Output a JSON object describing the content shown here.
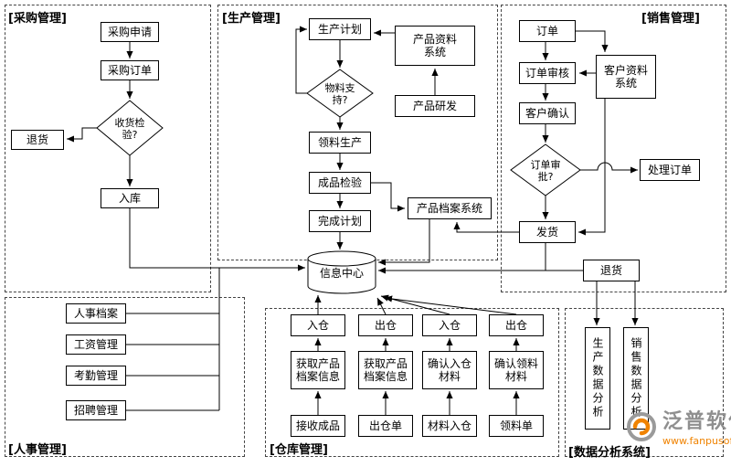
{
  "colors": {
    "accent_orange": "#f08300",
    "logo_gray": "#8f8f8f"
  },
  "sections": {
    "purchase": {
      "title": "[采购管理]",
      "request": "采购申请",
      "order": "采购订单",
      "inspect": "收货检验?",
      "reject": "退货",
      "stock_in": "入库"
    },
    "production": {
      "title": "[生产管理]",
      "plan": "生产计划",
      "data_system": "产品资料系统",
      "material": "物料支持?",
      "rd": "产品研发",
      "picking": "领料生产",
      "inspection": "成品检验",
      "complete": "完成计划",
      "archive": "产品档案系统"
    },
    "sales": {
      "title": "[销售管理]",
      "order": "订单",
      "review": "订单审核",
      "customer_system": "客户资料系统",
      "confirm": "客户确认",
      "approval": "订单审批?",
      "process": "处理订单",
      "ship": "发货",
      "reject": "退货"
    },
    "hr": {
      "title": "[人事管理]",
      "files": "人事档案",
      "salary": "工资管理",
      "attendance": "考勤管理",
      "recruitment": "招聘管理"
    },
    "warehouse": {
      "title": "[仓库管理]",
      "in1": "入仓",
      "out1": "出仓",
      "in2": "入仓",
      "out2": "出仓",
      "get_archive1": "获取产品档案信息",
      "get_archive2": "获取产品档案信息",
      "confirm_in": "确认入仓材料",
      "confirm_pick": "确认领料材料",
      "receive_finished": "接收成品",
      "out_slip": "出仓单",
      "material_in": "材料入仓",
      "pick_slip": "领料单"
    },
    "analysis": {
      "title": "[数据分析系统]",
      "production_analysis": "生产数据分析",
      "sales_analysis": "销售数据分析"
    }
  },
  "center": {
    "label": "信息中心"
  },
  "watermark": {
    "brand": "泛普软件",
    "url": "www.fanpusoft.com"
  }
}
